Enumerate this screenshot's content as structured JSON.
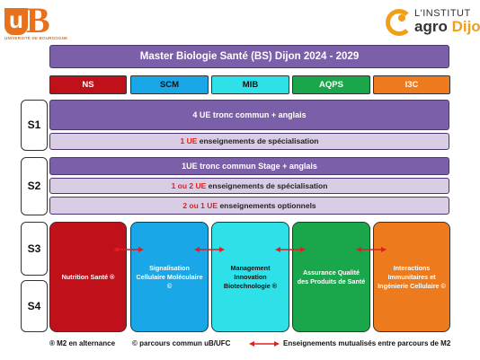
{
  "logos": {
    "ub_u": "u",
    "ub_b": "B",
    "ub_subtitle": "UNIVERSITÉ DE BOURGOGNE",
    "agro_line1": "L'INSTITUT",
    "agro_word": "agro",
    "agro_city": "Dijon"
  },
  "title": "Master Biologie Santé (BS) Dijon 2024 - 2029",
  "columns": [
    {
      "label": "NS",
      "color": "#c0101a"
    },
    {
      "label": "SCM",
      "color": "#19a7e8"
    },
    {
      "label": "MIB",
      "color": "#2ee0e8"
    },
    {
      "label": "AQPS",
      "color": "#1aa64a"
    },
    {
      "label": "I3C",
      "color": "#ee7a1e"
    }
  ],
  "semesters": [
    "S1",
    "S2",
    "S3",
    "S4"
  ],
  "bands": {
    "s1_core": "4 UE tronc commun + anglais",
    "s1_spec_count": "1 UE",
    "s1_spec_text": " enseignements de spécialisation",
    "s2_core": "1UE tronc commun Stage + anglais",
    "s2_spec_count": "1 ou 2 UE",
    "s2_spec_text": " enseignements de spécialisation",
    "s2_opt_count": "2 ou 1 UE",
    "s2_opt_text": " enseignements optionnels"
  },
  "tracks": [
    {
      "text": "Nutrition Santé ®",
      "color": "#c0101a",
      "text_color": "#ffffff"
    },
    {
      "text": "Signalisation Cellulaire Moléculaire ©",
      "color": "#19a7e8",
      "text_color": "#ffffff"
    },
    {
      "text": "Management Innovation Biotechnologie ®",
      "color": "#2ee0e8",
      "text_color": "#111111"
    },
    {
      "text": "Assurance Qualité des Produits de Santé",
      "color": "#1aa64a",
      "text_color": "#ffffff"
    },
    {
      "text": "Interactions Immunitaires et Ingénierie Cellulaire ©",
      "color": "#ee7a1e",
      "text_color": "#ffffff"
    }
  ],
  "legend": {
    "alternance": "® M2 en alternance",
    "commun": "© parcours commun uB/UFC",
    "mutualises": "Enseignements mutualisés entre parcours de M2"
  },
  "colors": {
    "purple_dark": "#7b5fa8",
    "purple_light": "#d9cde6",
    "arrow_red": "#e02020"
  }
}
